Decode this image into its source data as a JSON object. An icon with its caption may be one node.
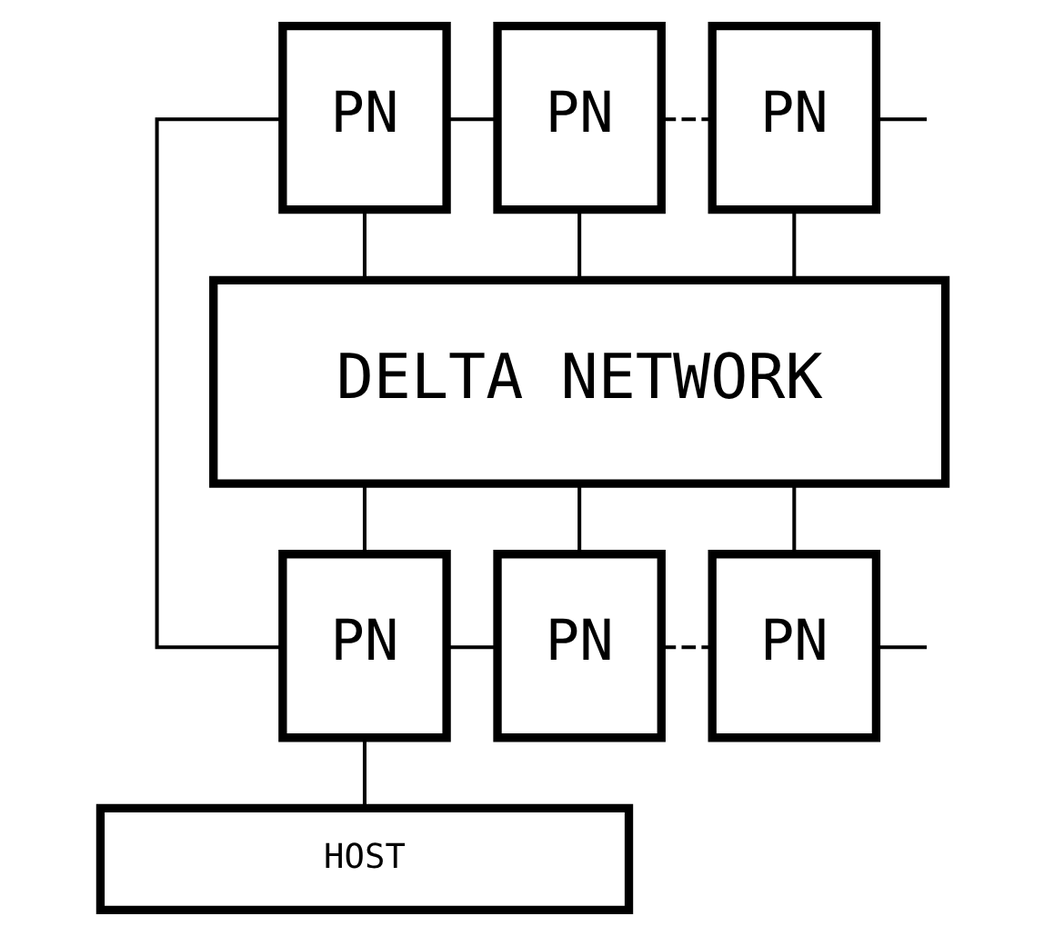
{
  "diagram": {
    "nodes": [
      {
        "text": [
          "PN"
        ]
      },
      {
        "text": [
          "PN"
        ]
      },
      {
        "text": [
          "PN"
        ]
      },
      {
        "text": [
          "DELTA NETWORK"
        ]
      },
      {
        "text": [
          "PN"
        ]
      },
      {
        "text": [
          "PN"
        ]
      },
      {
        "text": [
          "PN"
        ]
      },
      {
        "text": [
          "HOST"
        ]
      }
    ],
    "edges": [
      {
        "from": 0,
        "to": 1,
        "arrow": "none"
      },
      {
        "from": 1,
        "to": 2,
        "arrow": "none",
        "style": "dashed"
      },
      {
        "from": 2,
        "to": null,
        "arrow": "none"
      },
      {
        "from": 0,
        "to": 4,
        "arrow": "none"
      },
      {
        "from": 0,
        "to": 3,
        "arrow": "none"
      },
      {
        "from": 1,
        "to": 3,
        "arrow": "none"
      },
      {
        "from": 2,
        "to": 3,
        "arrow": "none"
      },
      {
        "from": 3,
        "to": 4,
        "arrow": "none"
      },
      {
        "from": 3,
        "to": 5,
        "arrow": "none"
      },
      {
        "from": 3,
        "to": 6,
        "arrow": "none"
      },
      {
        "from": 4,
        "to": 5,
        "arrow": "none"
      },
      {
        "from": 5,
        "to": 6,
        "arrow": "none",
        "style": "dashed"
      },
      {
        "from": 6,
        "to": null,
        "arrow": "none"
      },
      {
        "from": 4,
        "to": 7,
        "arrow": "none"
      }
    ]
  }
}
